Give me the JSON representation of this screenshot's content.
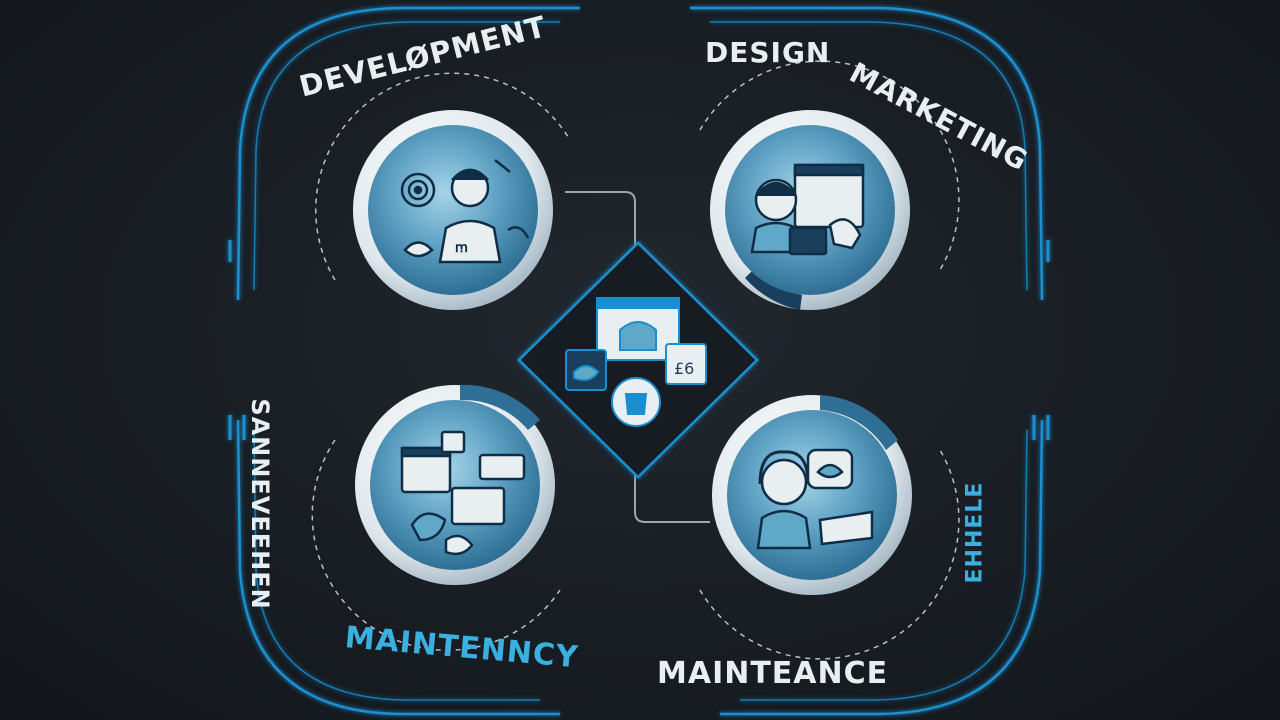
{
  "labels": {
    "development": "DEVELØPMENT",
    "design": "DESIGN",
    "marketing": "MARKETING",
    "left_vertical": "SANNEVEEHEN",
    "maintenancy": "MAINTENNCY",
    "maintenance": "MAINTEANCE",
    "right_vertical": "EHHELE"
  },
  "nodes": [
    {
      "id": "top-left",
      "icon": "developer-person-icon"
    },
    {
      "id": "top-right",
      "icon": "designer-person-icon"
    },
    {
      "id": "bottom-left",
      "icon": "website-screens-icon"
    },
    {
      "id": "bottom-right",
      "icon": "support-person-icon"
    },
    {
      "id": "center",
      "icon": "web-layout-icon"
    }
  ],
  "colors": {
    "background": "#161b21",
    "accent_blue": "#1a8fd0",
    "circle_fill": "#5fa8c8",
    "ring": "#e9eef1",
    "text": "#e8eef2"
  }
}
